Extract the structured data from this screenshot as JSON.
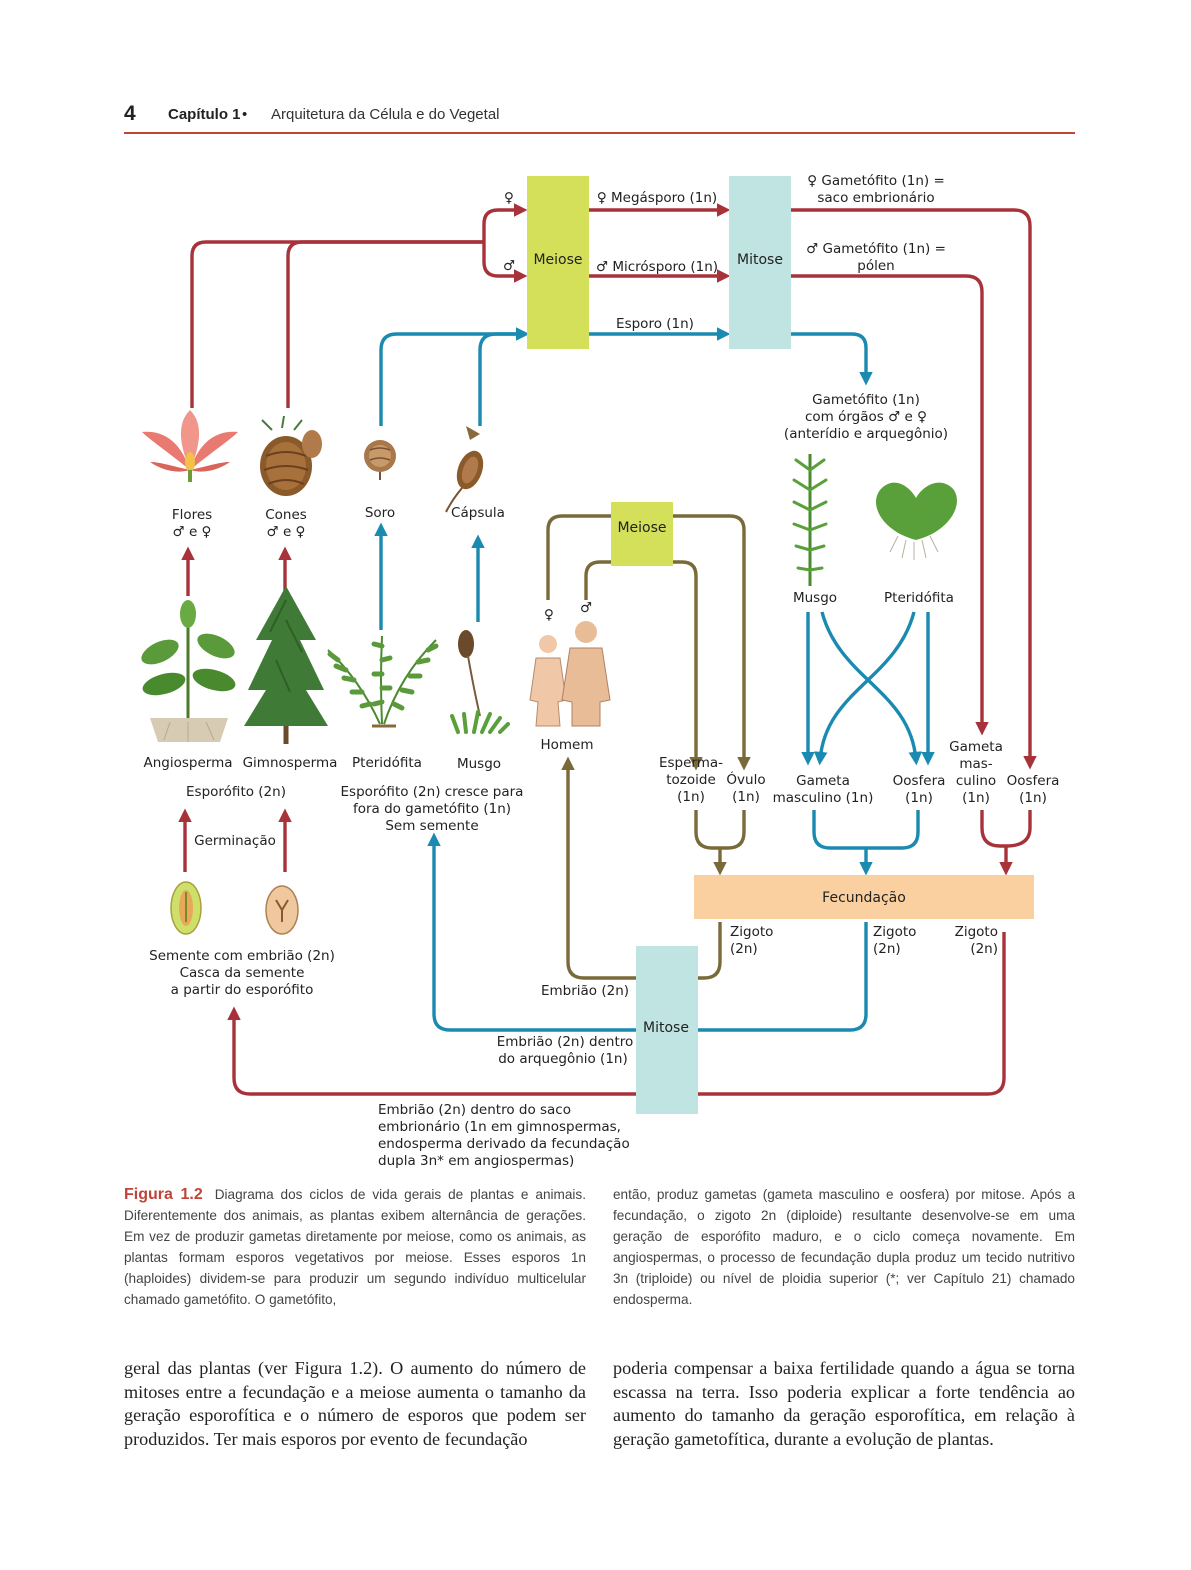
{
  "header": {
    "page_number": "4",
    "chapter_label": "Capítulo 1",
    "bullet": "•",
    "chapter_title": "Arquitetura da Célula e do Vegetal"
  },
  "colors": {
    "red_path": "#a8323a",
    "blue_path": "#1a8ab0",
    "olive_path": "#7a6a3a",
    "meiose_box": "#d4e05a",
    "mitose_box": "#bfe4e2",
    "fecundacao_box": "#fbd0a0",
    "accent": "#c0443a"
  },
  "diagram": {
    "boxes": {
      "meiose_top": "Meiose",
      "mitose_top": "Mitose",
      "meiose_mid": "Meiose",
      "fecundacao": "Fecundação",
      "mitose_bottom": "Mitose"
    },
    "top_labels": {
      "female_symbol": "♀",
      "male_symbol": "♂",
      "megasporo": "♀ Megásporo (1n)",
      "microsporo": "♂ Micrósporo (1n)",
      "esporo": "Esporo (1n)",
      "gametofito_f_1": "♀ Gametófito (1n) =",
      "gametofito_f_2": "saco embrionário",
      "gametofito_m_1": "♂ Gametófito (1n) =",
      "gametofito_m_2": "pólen",
      "gametofito_moss_1": "Gametófito (1n)",
      "gametofito_moss_2": "com órgãos ♂ e ♀",
      "gametofito_moss_3": "(anterídio e arquegônio)"
    },
    "plant_labels": {
      "flores_1": "Flores",
      "flores_2": "♂ e ♀",
      "cones_1": "Cones",
      "cones_2": "♂ e ♀",
      "soro": "Soro",
      "capsula": "Cápsula",
      "angiosperma": "Angiosperma",
      "gimnosperma": "Gimnosperma",
      "pteridofita": "Pteridófita",
      "musgo": "Musgo",
      "homem": "Homem",
      "esporofito_2n": "Esporófito (2n)",
      "esporofito_cresce_1": "Esporófito (2n) cresce para",
      "esporofito_cresce_2": "fora do gametófito (1n)",
      "esporofito_cresce_3": "Sem semente",
      "germinacao": "Germinação",
      "semente_1": "Semente com embrião (2n)",
      "semente_2": "Casca da semente",
      "semente_3": "a partir do esporófito",
      "gametofito_musgo": "Musgo",
      "gametofito_pteridofita": "Pteridófita",
      "human_female": "♀",
      "human_male": "♂"
    },
    "gamete_labels": {
      "esperma_1": "Esperma-",
      "esperma_2": "tozoide",
      "esperma_3": "(1n)",
      "ovulo_1": "Óvulo",
      "ovulo_2": "(1n)",
      "gameta_masc_1": "Gameta",
      "gameta_masc_2": "masculino (1n)",
      "oosfera_1": "Oosfera",
      "oosfera_2": "(1n)",
      "gameta_mas_1": "Gameta",
      "gameta_mas_2": "mas-",
      "gameta_mas_3": "culino",
      "gameta_mas_4": "(1n)",
      "oosfera_b_1": "Oosfera",
      "oosfera_b_2": "(1n)"
    },
    "bottom_labels": {
      "zigoto_a_1": "Zigoto",
      "zigoto_a_2": "(2n)",
      "zigoto_b_1": "Zigoto",
      "zigoto_b_2": "(2n)",
      "zigoto_c_1": "Zigoto",
      "zigoto_c_2": "(2n)",
      "embriao_2n": "Embrião (2n)",
      "embriao_arq_1": "Embrião (2n) dentro",
      "embriao_arq_2": "do arquegônio (1n)",
      "embriao_saco_1": "Embrião (2n)  dentro do saco",
      "embriao_saco_2": "embrionário (1n em gimnospermas,",
      "embriao_saco_3": "endosperma derivado da fecundação",
      "embriao_saco_4": "dupla 3n* em angiospermas)"
    }
  },
  "caption": {
    "figure_label": "Figura 1.2",
    "left_text": "Diagrama dos ciclos de vida gerais de plantas e animais. Diferentemente dos animais, as plantas exibem alternância de gerações. Em vez de produzir gametas diretamente por meiose, como os animais, as plantas formam esporos vegetativos por meiose. Esses esporos 1n (haploides) dividem-se para produzir um segundo indivíduo multicelular chamado gametófito. O gametófito,",
    "right_text": "então, produz gametas (gameta masculino e oosfera) por mitose. Após a fecundação, o zigoto 2n (diploide) resultante desenvolve-se em uma geração de esporófito maduro, e o ciclo começa novamente. Em angiospermas, o processo de fecundação dupla produz um tecido nutritivo 3n (triploide) ou nível de ploidia superior (*; ver Capítulo 21) chamado endosperma."
  },
  "body": {
    "left_text": "geral das plantas (ver Figura 1.2). O aumento do número de mitoses entre a fecundação e a meiose aumenta o tamanho da geração esporofítica e o número de esporos que podem ser produzidos. Ter mais esporos por evento de fecundação",
    "right_text": "poderia compensar a baixa fertilidade quando a água se torna escassa na terra. Isso poderia explicar a forte tendência ao aumento do tamanho da geração esporofítica, em relação à geração gametofítica, durante a evolução de plantas."
  }
}
